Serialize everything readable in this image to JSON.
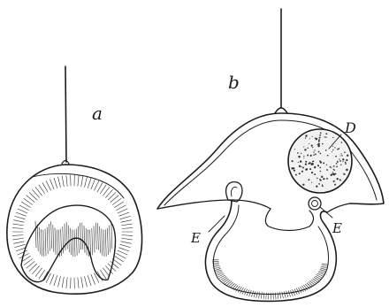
{
  "figure": {
    "labels": {
      "a": "a",
      "b": "b",
      "D": "D",
      "E_left": "E",
      "E_right": "E"
    }
  }
}
